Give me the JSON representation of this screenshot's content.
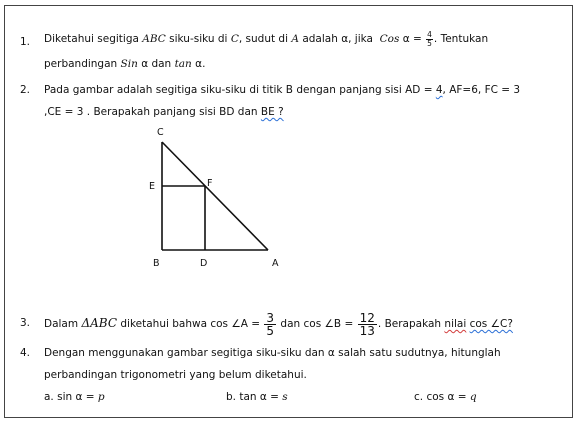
{
  "q1": {
    "number": "1.",
    "line1_a": "Diketahui segitiga",
    "abc": "ABC",
    "line1_b": "siku-siku di",
    "c": "C",
    "line1_c": ", sudut di",
    "a": "A",
    "line1_d": "adalah α, jika",
    "cos": "Cos",
    "alpha_eq": "α =",
    "frac_num": "4",
    "frac_den": "5",
    "line1_e": ". Tentukan",
    "line2_a": "perbandingan",
    "sin": "Sin",
    "line2_b": "α dan",
    "tan": "tan",
    "line2_c": "α."
  },
  "q2": {
    "number": "2.",
    "line1_a": "Pada gambar adalah segitiga siku-siku di titik B dengan panjang sisi AD =",
    "ad_val": "4",
    "line1_b": ", AF=6, FC = 3",
    "line2_a": ",CE = 3 . Berapakah panjang sisi BD dan",
    "be": "BE ?",
    "labels": {
      "c": "C",
      "e": "E",
      "f": "F",
      "b": "B",
      "d": "D",
      "a": "A"
    }
  },
  "q3": {
    "number": "3.",
    "text_a": "Dalam",
    "triangle": "ΔABC",
    "text_b": "diketahui bahwa cos ∠A =",
    "f1_num": "3",
    "f1_den": "5",
    "text_c": "dan cos ∠B =",
    "f2_num": "12",
    "f2_den": "13",
    "text_d": ". Berapakah",
    "nilai": "nilai",
    "cosc": "cos ∠C?"
  },
  "q4": {
    "number": "4.",
    "line1": "Dengan menggunakan gambar segitiga siku-siku dan α salah satu sudutnya, hitunglah",
    "line2": "perbandingan trigonometri yang belum diketahui.",
    "opt_a_label": "a. sin α =",
    "opt_a_var": "p",
    "opt_b_label": "b. tan α =",
    "opt_b_var": "s",
    "opt_c_label": "c. cos α =",
    "opt_c_var": "q"
  }
}
